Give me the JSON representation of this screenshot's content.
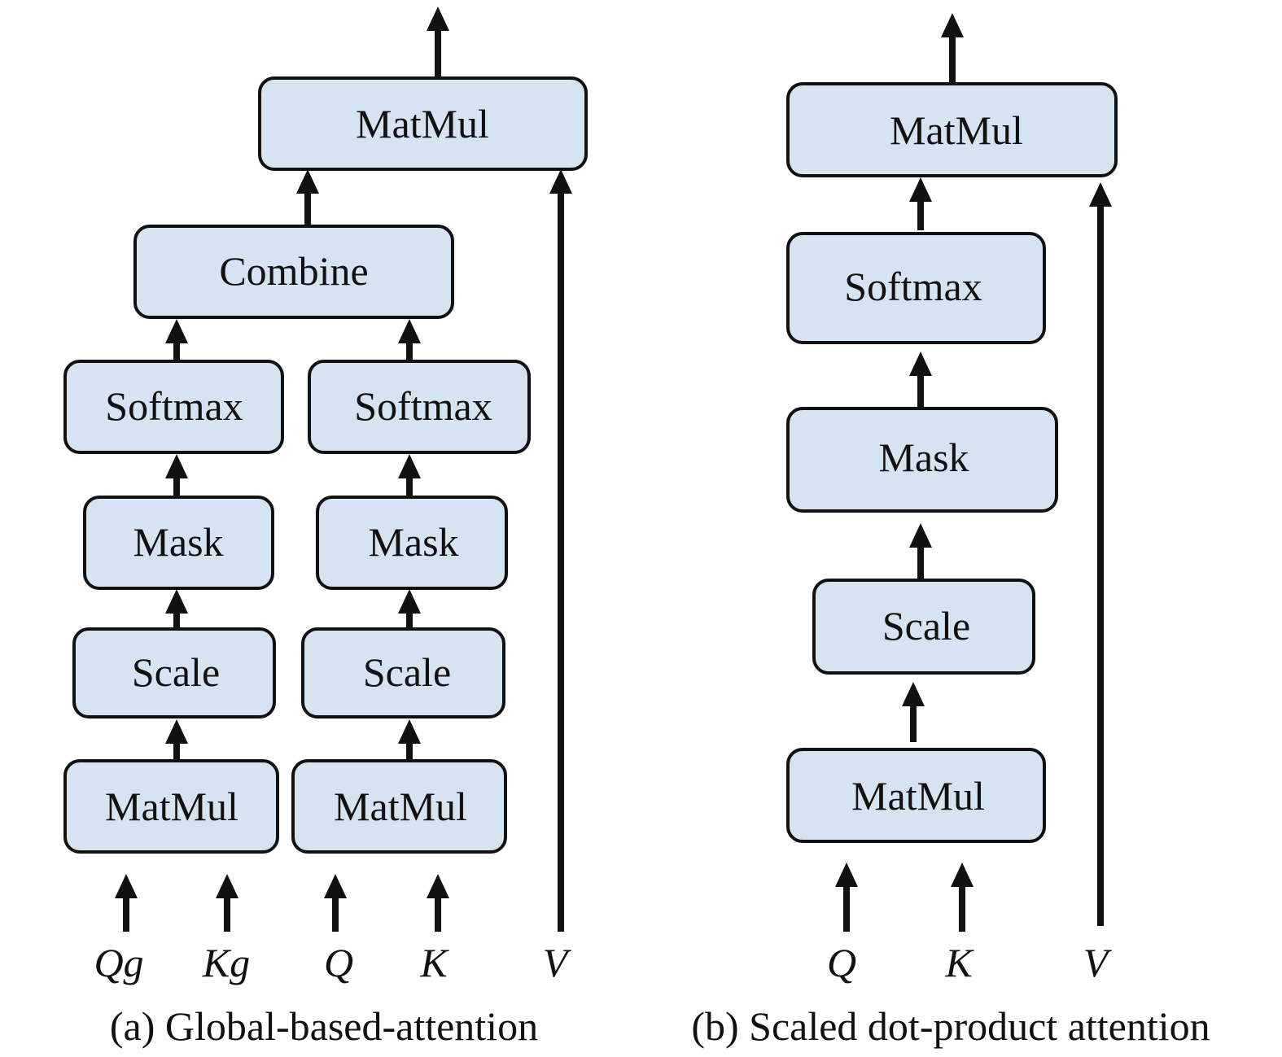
{
  "diagram_a": {
    "caption": "(a) Global-based-attention",
    "top_matmul": "MatMul",
    "combine": "Combine",
    "left_branch": {
      "softmax": "Softmax",
      "mask": "Mask",
      "scale": "Scale",
      "matmul": "MatMul"
    },
    "right_branch": {
      "softmax": "Softmax",
      "mask": "Mask",
      "scale": "Scale",
      "matmul": "MatMul"
    },
    "inputs": {
      "qg": "Qg",
      "kg": "Kg",
      "q": "Q",
      "k": "K",
      "v": "V"
    }
  },
  "diagram_b": {
    "caption": "(b) Scaled dot-product attention",
    "top_matmul": "MatMul",
    "softmax": "Softmax",
    "mask": "Mask",
    "scale": "Scale",
    "matmul": "MatMul",
    "inputs": {
      "q": "Q",
      "k": "K",
      "v": "V"
    }
  },
  "colors": {
    "box_fill": "#d6e4f1",
    "stroke": "#111111"
  }
}
